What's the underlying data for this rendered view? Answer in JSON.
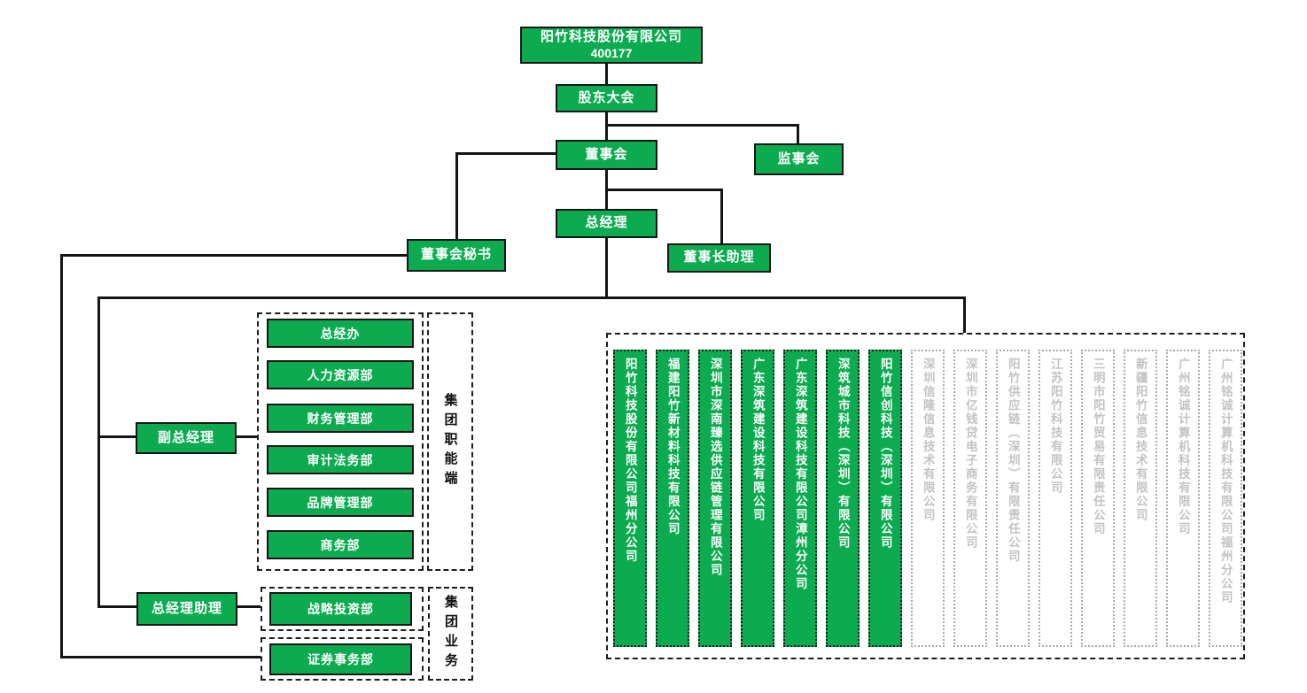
{
  "org": {
    "root": {
      "name": "阳竹科技股份有限公司",
      "code": "400177"
    },
    "nodes": {
      "shareholders_meeting": "股东大会",
      "board_of_directors": "董事会",
      "supervisory_board": "监事会",
      "general_manager": "总经理",
      "board_secretary": "董事会秘书",
      "chairman_assistant": "董事长助理",
      "deputy_general_manager": "副总经理",
      "gm_assistant": "总经理助理"
    },
    "function_group_label": "集团职能端",
    "function_departments": [
      "总经办",
      "人力资源部",
      "财务管理部",
      "审计法务部",
      "品牌管理部",
      "商务部"
    ],
    "business_group_label": "集团业务",
    "business_departments": [
      "战略投资部",
      "证券事务部"
    ],
    "subsidiaries": [
      {
        "name": "阳竹科技股份有限公司福州分公司",
        "active": true
      },
      {
        "name": "福建阳竹新材料科技有限公司",
        "active": true
      },
      {
        "name": "深圳市深南臻选供应链管理有限公司",
        "active": true
      },
      {
        "name": "广东深筑建设科技有限公司",
        "active": true
      },
      {
        "name": "广东深筑建设科技有限公司漳州分公司",
        "active": true
      },
      {
        "name": "深筑城市科技（深圳）有限公司",
        "active": true
      },
      {
        "name": "阳竹信创科技（深圳）有限公司",
        "active": true
      },
      {
        "name": "深圳信隆信息技术有限公司",
        "active": false
      },
      {
        "name": "深圳市亿钱贷电子商务有限公司",
        "active": false
      },
      {
        "name": "阳竹供应链（深圳）有限责任公司",
        "active": false
      },
      {
        "name": "江苏阳竹科技有限公司",
        "active": false
      },
      {
        "name": "三明市阳竹贸易有限责任公司",
        "active": false
      },
      {
        "name": "新疆阳竹信息技术有限公司",
        "active": false
      },
      {
        "name": "广州铭诚计算机科技有限公司",
        "active": false
      },
      {
        "name": "广州铭诚计算机科技有限公司福州分公司",
        "active": false
      }
    ],
    "colors": {
      "active_green": "#0cab50",
      "line_black": "#141414",
      "inactive_text_gray": "#c3c3c3",
      "inactive_border_gray": "#a9a9a9"
    }
  }
}
